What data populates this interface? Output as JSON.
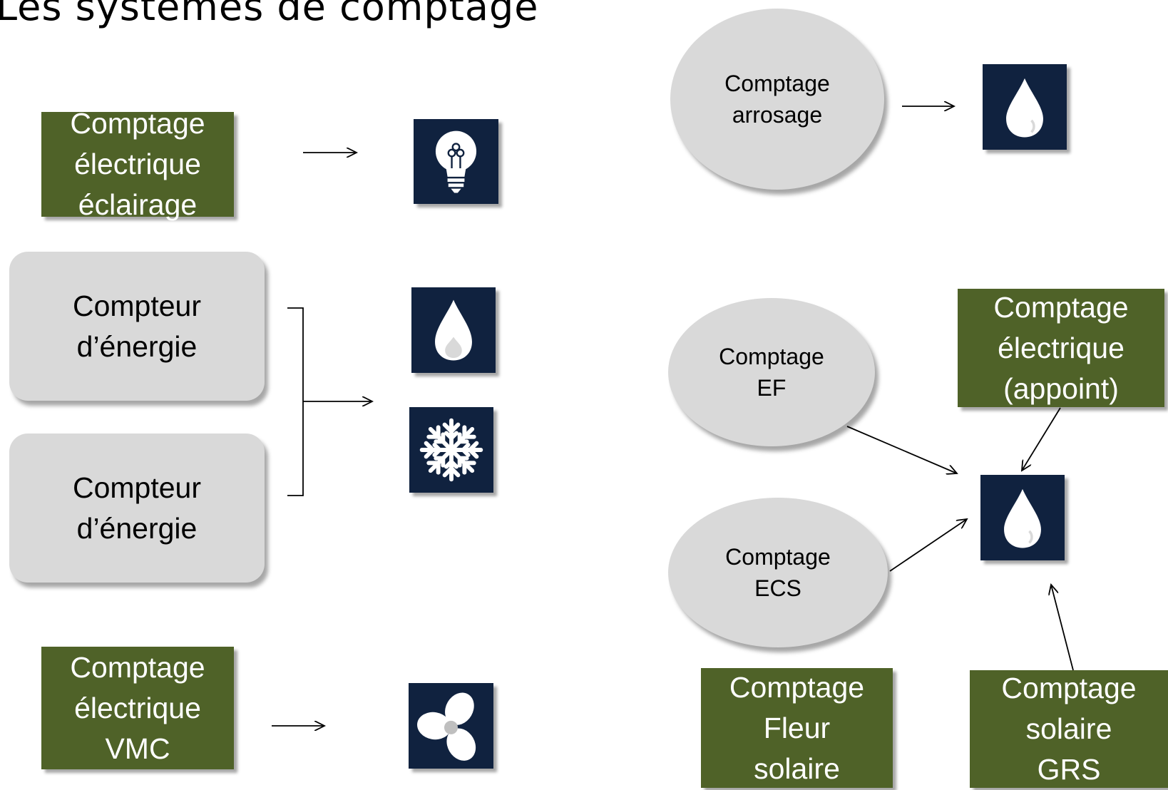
{
  "title": "Les systèmes de comptage",
  "left": {
    "eclairage": "Comptage\nélectrique\néclairage",
    "compteur1": "Compteur\nd’énergie",
    "compteur2": "Compteur\nd’énergie",
    "vmc": "Comptage\nélectrique\nVMC"
  },
  "right": {
    "arrosage": "Comptage\narrosage",
    "ef": "Comptage\nEF",
    "ecs": "Comptage\nECS",
    "appoint": "Comptage\nélectrique\n(appoint)",
    "fleur": "Comptage\nFleur\nsolaire",
    "grs": "Comptage\nsolaire\nGRS"
  },
  "icons": {
    "lightbulb": "lightbulb-icon",
    "heating": "water-drop-icon",
    "cooling": "snowflake-icon",
    "ventilation": "fan-icon",
    "irrigation": "water-drop-icon",
    "hot_water": "water-drop-icon"
  },
  "colors": {
    "green_box": "#4f6228",
    "grey_box": "#d9d9d9",
    "icon_bg": "#10223f"
  }
}
